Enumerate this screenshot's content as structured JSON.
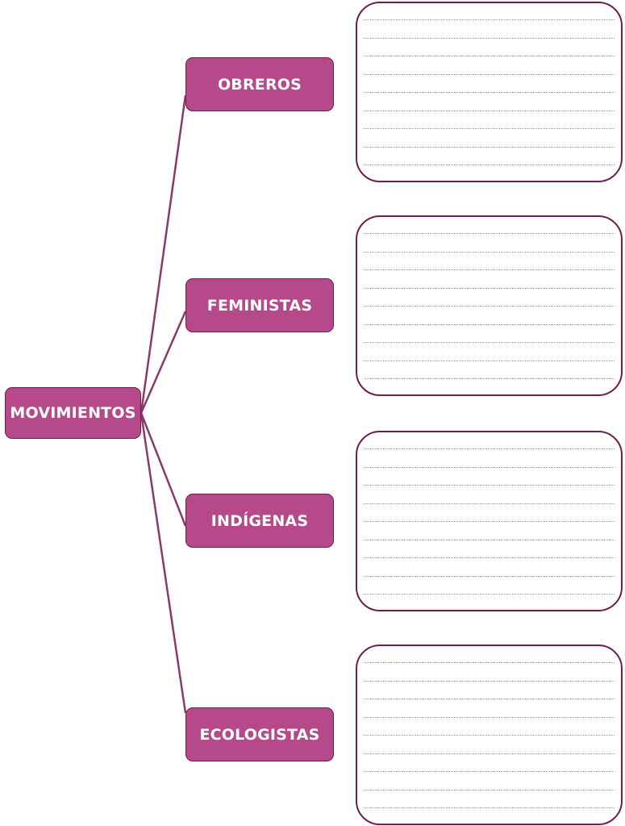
{
  "diagram": {
    "root": {
      "label": "MOVIMIENTOS"
    },
    "branches": [
      {
        "label": "OBREROS"
      },
      {
        "label": "FEMINISTAS"
      },
      {
        "label": "INDÍGENAS"
      },
      {
        "label": "ECOLOGISTAS"
      }
    ],
    "answer_boxes": [
      {
        "ruled_lines": 9
      },
      {
        "ruled_lines": 9
      },
      {
        "ruled_lines": 9
      },
      {
        "ruled_lines": 9
      }
    ]
  },
  "colors": {
    "node_fill": "#b5498a",
    "node_border": "#6e1d4f",
    "connector": "#8a3a6a",
    "box_border": "#6e1d4f",
    "ruled_line": "#9a9a9a"
  }
}
